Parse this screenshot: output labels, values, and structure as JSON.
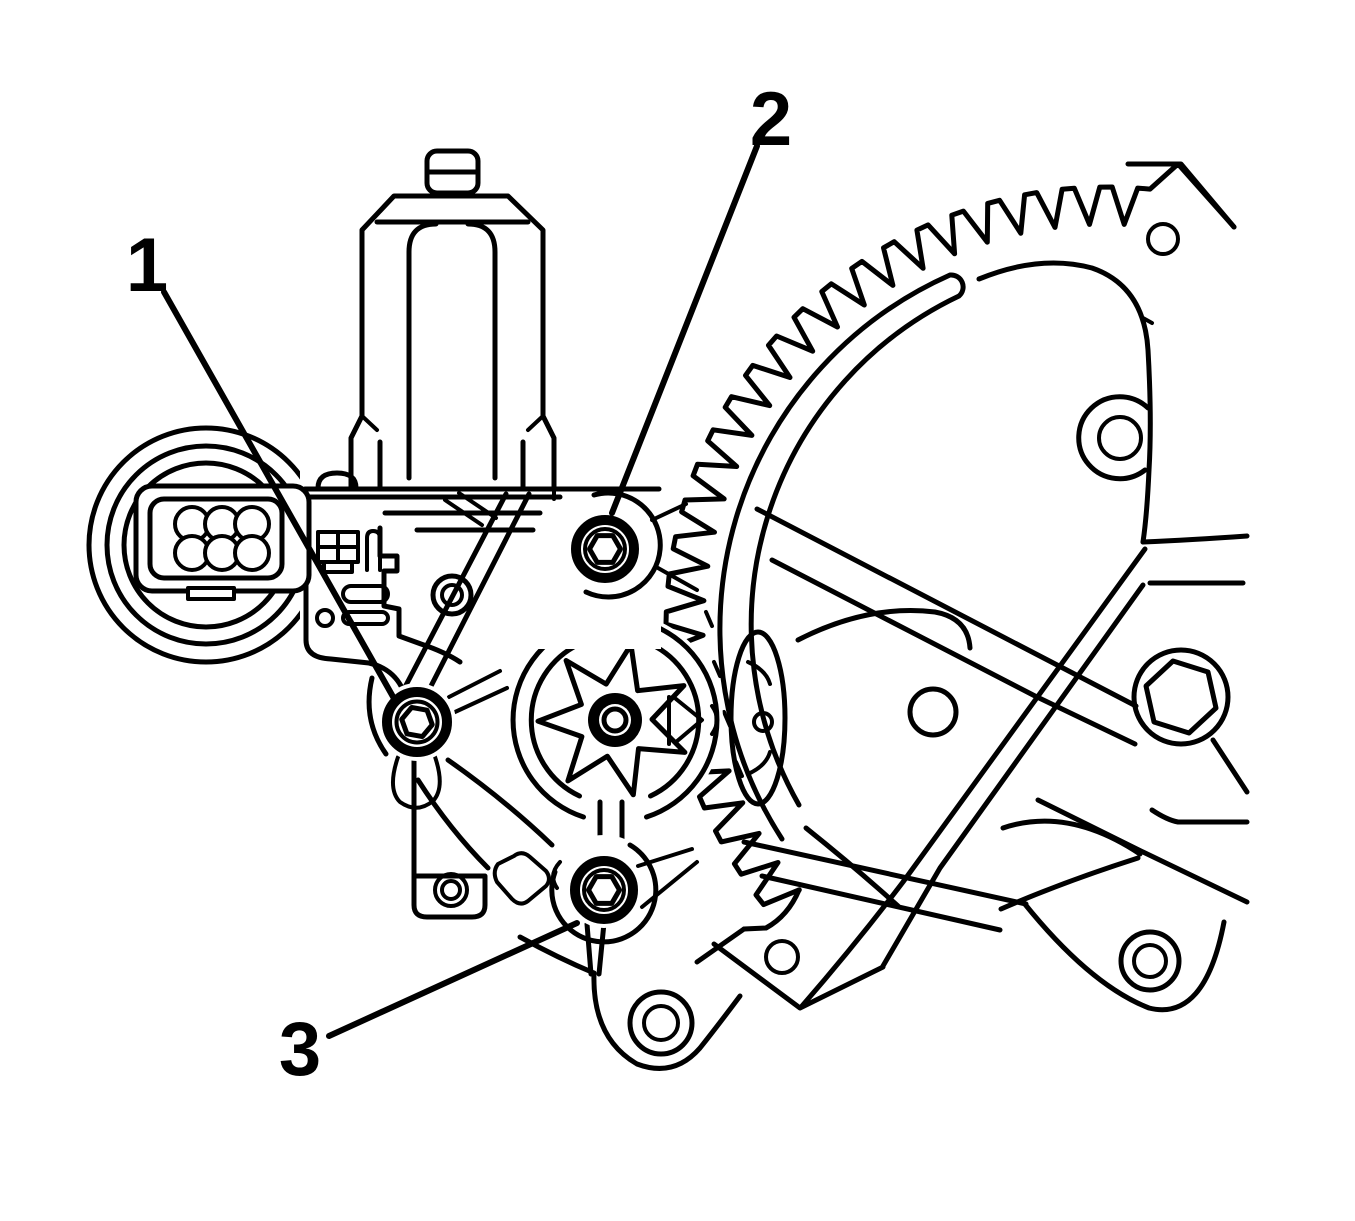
{
  "figure": {
    "description": "Line-art service diagram of a power window regulator motor and sector gear showing three mounting bolts",
    "background_color": "#ffffff",
    "line_color": "#000000"
  },
  "callouts": [
    {
      "label": "1",
      "points_to": "motor-mounting-bolt-left"
    },
    {
      "label": "2",
      "points_to": "motor-mounting-bolt-top"
    },
    {
      "label": "3",
      "points_to": "motor-mounting-bolt-bottom"
    }
  ]
}
